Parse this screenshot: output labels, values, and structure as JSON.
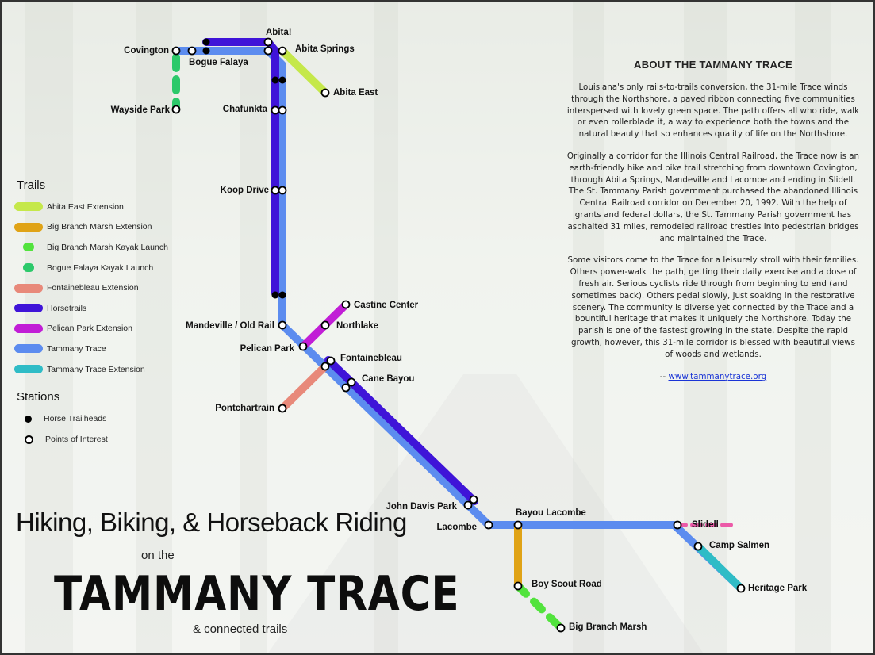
{
  "colors": {
    "abita_east_extension": "#c5e84a",
    "big_branch_marsh_extension": "#e0a316",
    "big_branch_marsh_kayak_launch": "#52e33d",
    "bogue_falaya_kayak_launch": "#2cc96a",
    "fontainebleau_extension": "#e8897a",
    "horsetrails": "#3f14d8",
    "pelican_park_extension": "#c11ed6",
    "tammany_trace": "#5c8cef",
    "tammany_trace_extension": "#2fbcc6",
    "slidell_dash": "#ec5aa8"
  },
  "stations": {
    "covington": "Covington",
    "bogue_falaya": "Bogue Falaya",
    "abita": "Abita!",
    "abita_springs": "Abita Springs",
    "abita_east": "Abita East",
    "wayside_park": "Wayside Park",
    "chafunkta": "Chafunkta",
    "koop_drive": "Koop Drive",
    "mandeville": "Mandeville / Old Rail",
    "castine_center": "Castine Center",
    "northlake": "Northlake",
    "pelican_park": "Pelican Park",
    "fontainebleau": "Fontainebleau",
    "cane_bayou": "Cane Bayou",
    "pontchartrain": "Pontchartrain",
    "john_davis_park": "John Davis Park",
    "lacombe": "Lacombe",
    "bayou_lacombe": "Bayou Lacombe",
    "slidell": "Slidell",
    "camp_salmen": "Camp Salmen",
    "heritage_park": "Heritage Park",
    "boy_scout_road": "Boy Scout Road",
    "big_branch_marsh": "Big Branch Marsh"
  },
  "legend": {
    "trails_title": "Trails",
    "trails": [
      {
        "label": "Abita East Extension",
        "color": "#c5e84a",
        "style": "solid"
      },
      {
        "label": "Big Branch Marsh Extension",
        "color": "#e0a316",
        "style": "solid"
      },
      {
        "label": "Big Branch Marsh Kayak Launch",
        "color": "#52e33d",
        "style": "dashed"
      },
      {
        "label": "Bogue Falaya Kayak Launch",
        "color": "#2cc96a",
        "style": "dashed"
      },
      {
        "label": "Fontainebleau Extension",
        "color": "#e8897a",
        "style": "solid"
      },
      {
        "label": "Horsetrails",
        "color": "#3f14d8",
        "style": "solid"
      },
      {
        "label": "Pelican Park Extension",
        "color": "#c11ed6",
        "style": "solid"
      },
      {
        "label": "Tammany Trace",
        "color": "#5c8cef",
        "style": "solid"
      },
      {
        "label": "Tammany Trace Extension",
        "color": "#2fbcc6",
        "style": "solid"
      }
    ],
    "stations_title": "Stations",
    "stations": [
      {
        "label": "Horse Trailheads",
        "marker": "black"
      },
      {
        "label": "Points of Interest",
        "marker": "white"
      }
    ]
  },
  "about": {
    "title": "ABOUT THE TAMMANY TRACE",
    "p1": "Louisiana's only rails-to-trails conversion, the 31-mile Trace winds through the Northshore, a paved ribbon connecting five communities interspersed with lovely green space. The path offers all who ride, walk or even rollerblade it, a way to experience both the towns and the natural beauty that so enhances quality of life on the Northshore.",
    "p2": "Originally a corridor for the Illinois Central Railroad, the Trace now is an earth-friendly hike and bike trail stretching from downtown Covington, through Abita Springs, Mandeville and Lacombe and ending in Slidell. The St. Tammany Parish government purchased the abandoned Illinois Central Railroad corridor on December 20, 1992. With the help of grants and federal dollars, the St. Tammany Parish government has asphalted 31 miles, remodeled railroad trestles into pedestrian bridges and maintained the Trace.",
    "p3": "Some visitors come to the Trace for a leisurely stroll with their families. Others power-walk the path, getting their daily exercise and a dose of fresh air. Serious cyclists ride through from beginning to end (and sometimes back). Others pedal slowly, just soaking in the restorative scenery. The community is diverse yet connected by the Trace and a bountiful heritage that makes it uniquely the Northshore. Today the parish is one of the fastest growing in the state. Despite the rapid growth, however, this 31-mile corridor is blessed with beautiful views of woods and wetlands.",
    "link_prefix": "-- ",
    "link": "www.tammanytrace.org"
  },
  "titles": {
    "line1": "Hiking, Biking, & Horseback Riding",
    "line2": "on the",
    "line3": "TAMMANY TRACE",
    "line4": "& connected trails"
  }
}
